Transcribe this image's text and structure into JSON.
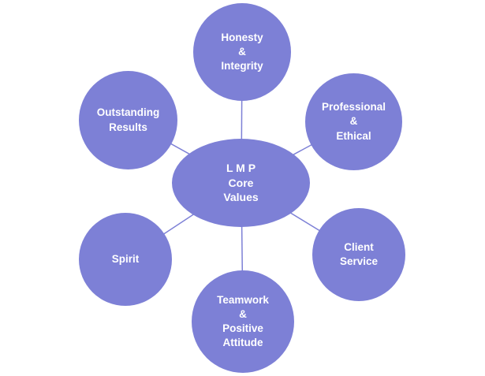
{
  "colors": {
    "accent": "#7d80d6",
    "text": "#ffffff",
    "background": "#ffffff"
  },
  "diagram": {
    "title": "LMP Core Values diagram",
    "center": {
      "label": "L M P\nCore\nValues"
    },
    "nodes": [
      {
        "id": "honesty-integrity",
        "label": "Honesty\n&\nIntegrity"
      },
      {
        "id": "professional-ethical",
        "label": "Professional\n&\nEthical"
      },
      {
        "id": "client-service",
        "label": "Client\nService"
      },
      {
        "id": "teamwork-positive-attitude",
        "label": "Teamwork\n&\nPositive\nAttitude"
      },
      {
        "id": "spirit",
        "label": "Spirit"
      },
      {
        "id": "outstanding-results",
        "label": "Outstanding\nResults"
      }
    ]
  }
}
